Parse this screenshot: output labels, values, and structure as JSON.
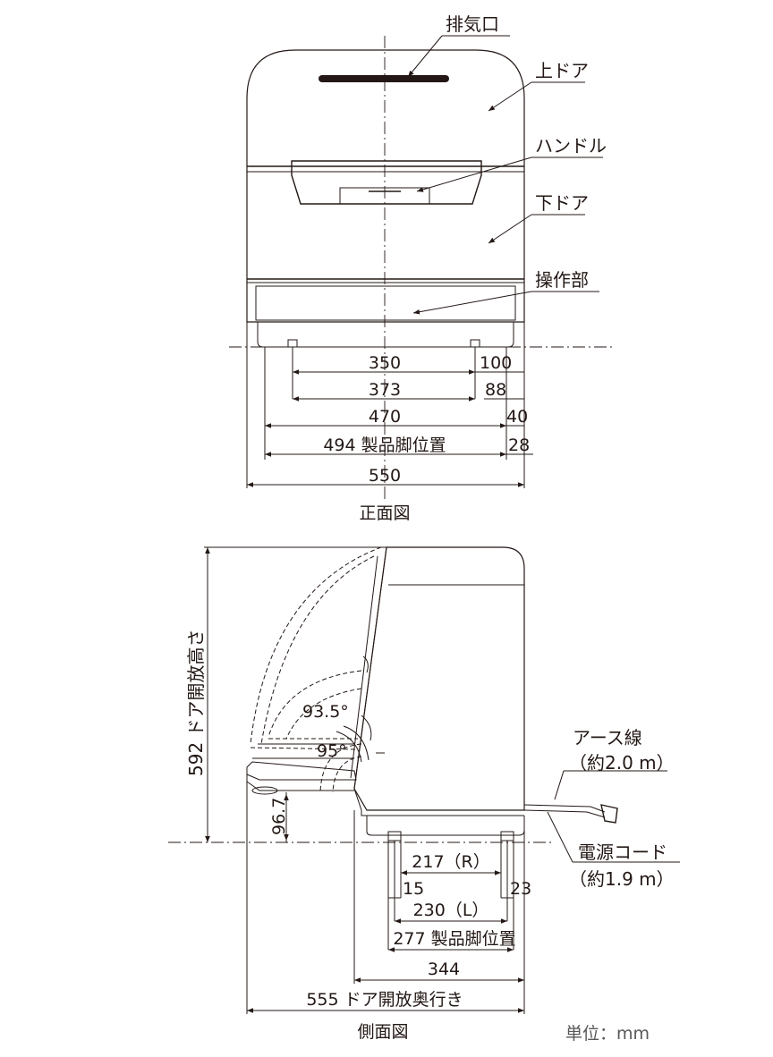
{
  "front_view": {
    "caption": "正面図",
    "labels": {
      "exhaust": "排気口",
      "upper_door": "上ドア",
      "handle": "ハンドル",
      "lower_door": "下ドア",
      "control_panel": "操作部"
    },
    "dimensions": {
      "d350": "350",
      "d100": "100",
      "d373": "373",
      "d88": "88",
      "d470": "470",
      "d40": "40",
      "d494": "494 製品脚位置",
      "d28": "28",
      "d550": "550"
    }
  },
  "side_view": {
    "caption": "側面図",
    "labels": {
      "door_open_height": "592 ドア開放高さ",
      "angle_935": "93.5°",
      "angle_95": "95°",
      "earth_wire": "アース線",
      "earth_wire_len": "（約2.0 m）",
      "power_cord": "電源コード",
      "power_cord_len": "（約1.9 m）"
    },
    "dimensions": {
      "d967": "96.7",
      "d217": "217（R）",
      "d15": "15",
      "d23": "23",
      "d230": "230（L）",
      "d277": "277 製品脚位置",
      "d344": "344",
      "d555": "555 ドア開放奥行き"
    }
  },
  "unit_note": "単位：mm",
  "colors": {
    "line": "#231815",
    "unit_text": "#595757"
  }
}
